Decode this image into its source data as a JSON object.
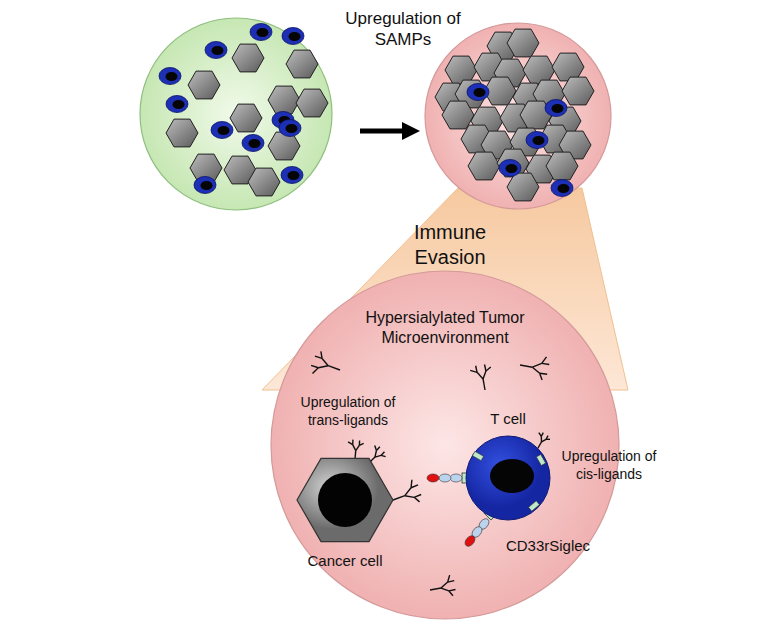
{
  "diagram": {
    "nodes": [
      {
        "text": [
          "Hypersialylated Tumor Microenvironment"
        ]
      },
      {
        "text": [
          "Cancer cell"
        ],
        "in": 0
      },
      {
        "text": [
          "T cell"
        ],
        "in": 0
      }
    ],
    "labels": [
      "Upregulation of SAMPs",
      "Immune Evasion",
      "Upregulation of trans-ligands",
      "Upregulation of cis-ligands",
      "CD33rSiglec"
    ]
  }
}
